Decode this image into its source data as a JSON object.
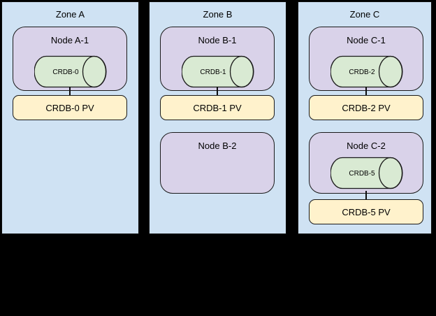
{
  "diagram_type": "kubernetes-zone-topology",
  "colors": {
    "background": "#000000",
    "zone_fill": "#cfe2f3",
    "node_fill": "#d9d2e9",
    "pod_fill": "#d9ead3",
    "pv_fill": "#fff2cc",
    "border": "#000000",
    "text": "#000000"
  },
  "zones": [
    {
      "label": "Zone A",
      "nodes": [
        {
          "label": "Node A-1",
          "pod_label": "CRDB-0",
          "pv_label": "CRDB-0 PV"
        }
      ]
    },
    {
      "label": "Zone B",
      "nodes": [
        {
          "label": "Node B-1",
          "pod_label": "CRDB-1",
          "pv_label": "CRDB-1 PV"
        },
        {
          "label": "Node B-2"
        }
      ]
    },
    {
      "label": "Zone C",
      "nodes": [
        {
          "label": "Node C-1",
          "pod_label": "CRDB-2",
          "pv_label": "CRDB-2 PV"
        },
        {
          "label": "Node C-2",
          "pod_label": "CRDB-5",
          "pv_label": "CRDB-5 PV"
        }
      ]
    }
  ]
}
